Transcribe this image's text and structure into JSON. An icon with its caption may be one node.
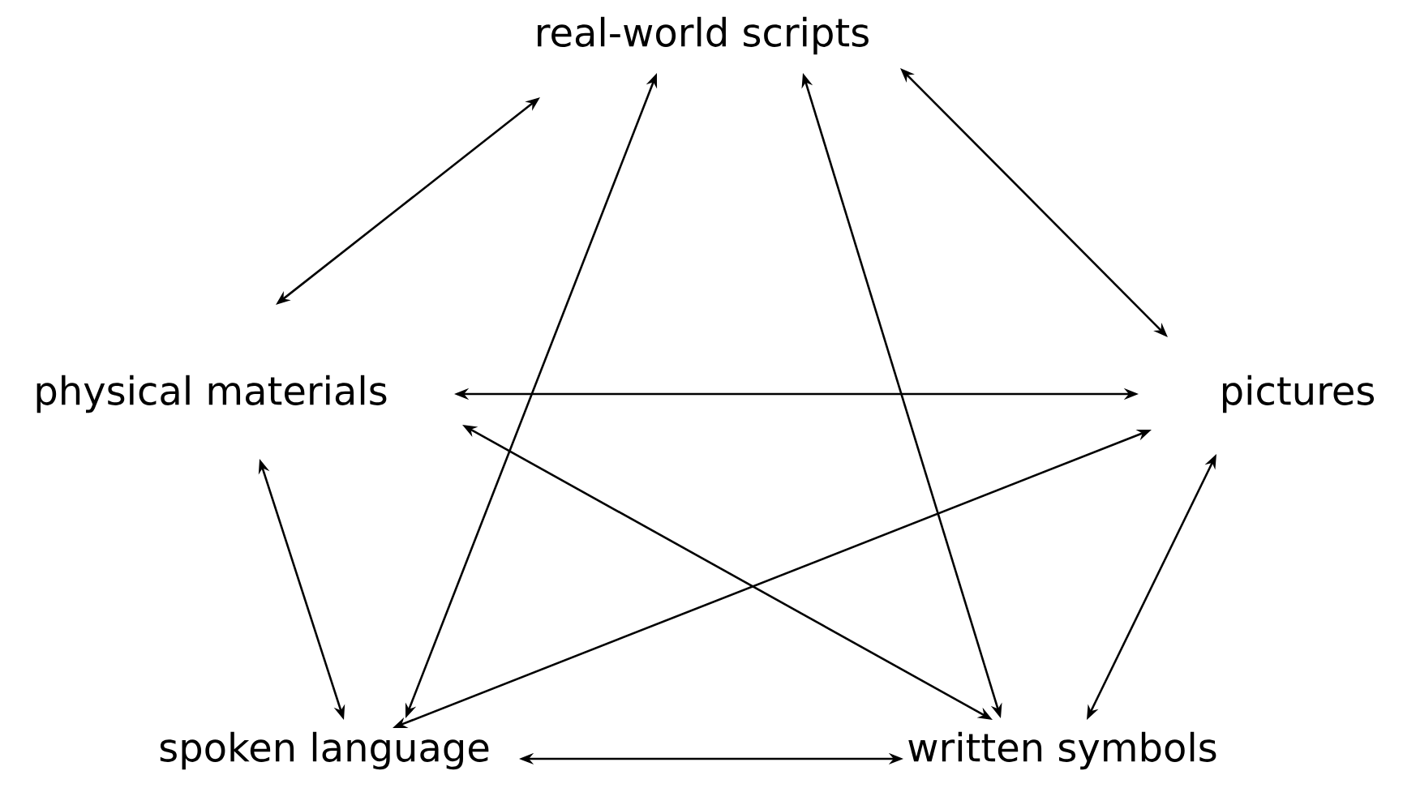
{
  "diagram": {
    "nodes": [
      {
        "text": [
          "real-world scripts"
        ]
      },
      {
        "text": [
          "physical materials"
        ]
      },
      {
        "text": [
          "pictures"
        ]
      },
      {
        "text": [
          "spoken language"
        ]
      },
      {
        "text": [
          "written symbols"
        ]
      }
    ],
    "edges": [
      {
        "from": 0,
        "to": 1,
        "arrow": "both"
      },
      {
        "from": 0,
        "to": 3,
        "arrow": "both"
      },
      {
        "from": 0,
        "to": 4,
        "arrow": "both"
      },
      {
        "from": 0,
        "to": 2,
        "arrow": "both"
      },
      {
        "from": 1,
        "to": 2,
        "arrow": "both"
      },
      {
        "from": 1,
        "to": 4,
        "arrow": "both"
      },
      {
        "from": 1,
        "to": 3,
        "arrow": "both"
      },
      {
        "from": 2,
        "to": 3,
        "arrow": "both"
      },
      {
        "from": 2,
        "to": 4,
        "arrow": "both"
      },
      {
        "from": 3,
        "to": 4,
        "arrow": "both"
      }
    ]
  }
}
